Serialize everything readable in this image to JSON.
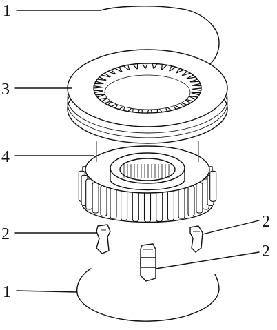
{
  "callouts": [
    {
      "id": "spring-top",
      "text": "1"
    },
    {
      "id": "sleeve",
      "text": "3"
    },
    {
      "id": "hub",
      "text": "4"
    },
    {
      "id": "key-left",
      "text": "2"
    },
    {
      "id": "key-right",
      "text": "2"
    },
    {
      "id": "key-bottom",
      "text": "2"
    },
    {
      "id": "spring-bottom",
      "text": "1"
    }
  ],
  "colors": {
    "ink": "#111111",
    "background": "#ffffff"
  }
}
